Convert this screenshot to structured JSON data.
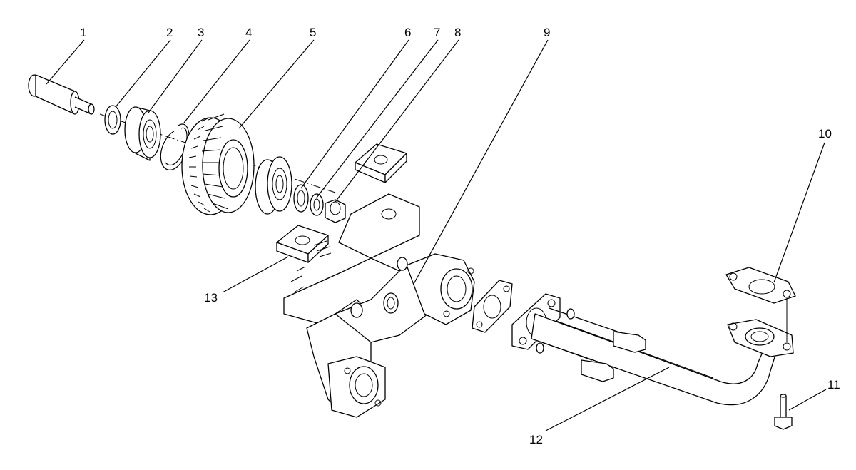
{
  "diagram": {
    "type": "exploded-parts-drawing",
    "callouts": [
      {
        "id": "1",
        "text": "1"
      },
      {
        "id": "2",
        "text": "2"
      },
      {
        "id": "3",
        "text": "3"
      },
      {
        "id": "4",
        "text": "4"
      },
      {
        "id": "5",
        "text": "5"
      },
      {
        "id": "6",
        "text": "6"
      },
      {
        "id": "7",
        "text": "7"
      },
      {
        "id": "8",
        "text": "8"
      },
      {
        "id": "9",
        "text": "9"
      },
      {
        "id": "10",
        "text": "10"
      },
      {
        "id": "11",
        "text": "11"
      },
      {
        "id": "12",
        "text": "12"
      },
      {
        "id": "13",
        "text": "13"
      }
    ]
  }
}
